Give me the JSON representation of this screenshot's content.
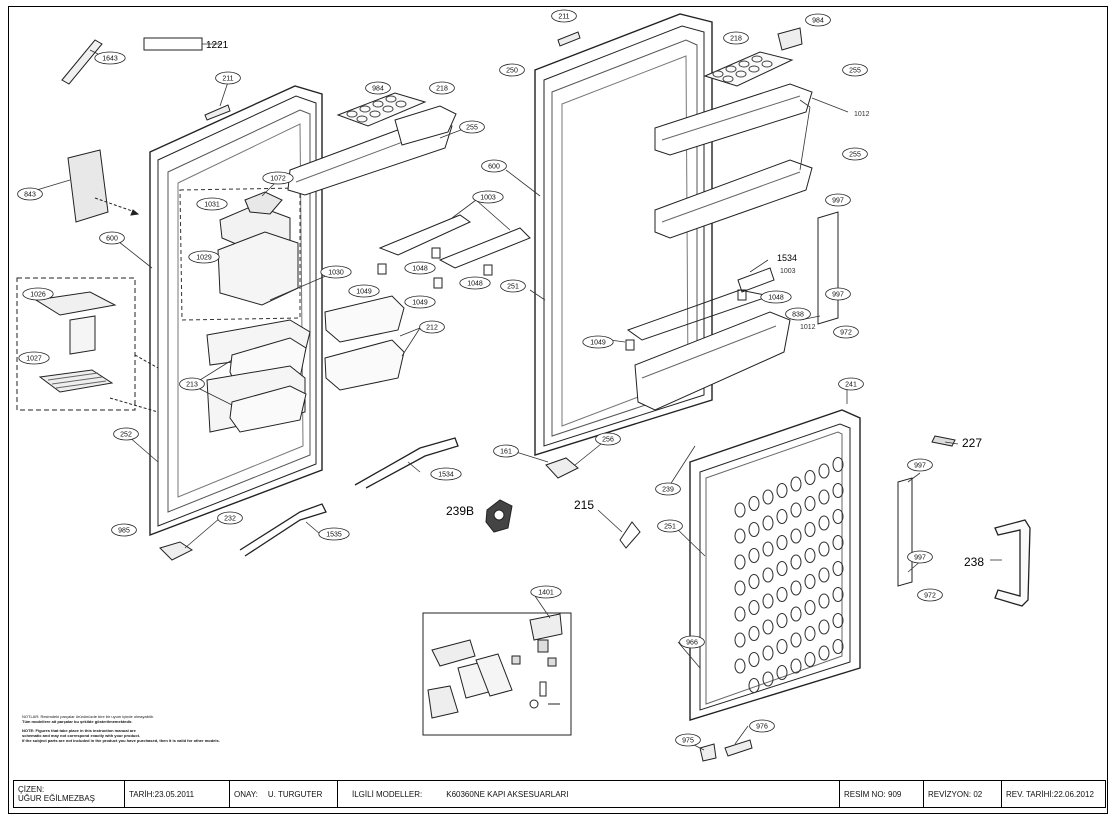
{
  "diagram": {
    "callouts_left": [
      "1643",
      "1221",
      "211",
      "984",
      "218",
      "255",
      "843",
      "1072",
      "1031",
      "1003",
      "600",
      "1029",
      "1030",
      "1048",
      "1048",
      "1049",
      "1049",
      "1026",
      "212",
      "1027",
      "213",
      "252",
      "1534",
      "1535",
      "985",
      "232"
    ],
    "callouts_right": [
      "211",
      "250",
      "218",
      "984",
      "255",
      "1012",
      "600",
      "255",
      "1534",
      "1003",
      "251",
      "1048",
      "838",
      "1012",
      "1049",
      "997",
      "997",
      "972",
      "241",
      "161",
      "256",
      "239",
      "227",
      "997",
      "997",
      "972",
      "238",
      "251",
      "966",
      "975",
      "976"
    ],
    "center_labels": [
      "239B",
      "215",
      "1401"
    ]
  },
  "notes": {
    "line1": "NOTLAR: Resimdeki parçalar ürününüzde bire bir uyum içinde olmayabilir.",
    "line2": "Tüm modellere ait parçalar bu şekilde gösterilmemektedir.",
    "line3": "NOTE: Figures that take place in this instruction manual are",
    "line4": "schematic and may not correspond exactly with your product.",
    "line5": "If the subject parts are not included in the product you have purchased, then it is valid for other models."
  },
  "titleblock": {
    "cizen_label": "ÇİZEN:",
    "cizen_name": "UĞUR EĞİLMEZBAŞ",
    "tarih": "TARİH:23.05.2011",
    "onay_label": "ONAY:",
    "onay_name": "U. TURGUTER",
    "modeller_label": "İLGİLİ MODELLER:",
    "modeller_value": "K60360NE KAPI AKSESUARLARI",
    "resim_no": "RESİM NO: 909",
    "revizyon": "REVİZYON: 02",
    "rev_tarihi": "REV. TARİHİ:22.06.2012"
  }
}
